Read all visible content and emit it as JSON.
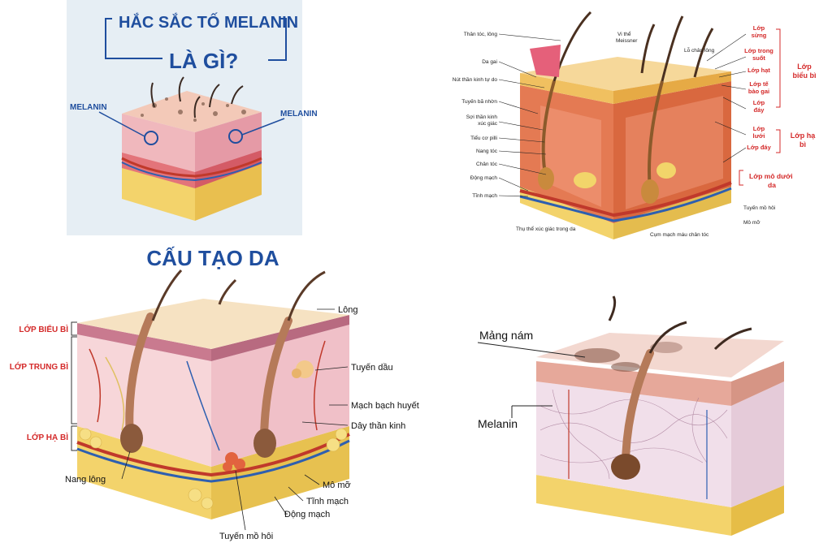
{
  "panel_melanin": {
    "title_line1": "HẮC SẮC TỐ MELANIN",
    "title_line2": "LÀ GÌ?",
    "label_left": "MELANIN",
    "label_right": "MELANIN"
  },
  "panel_detailed": {
    "left_labels": [
      "Thân tóc, lông",
      "Da gai",
      "Nút thần kinh tự do",
      "Tuyến bã nhờn",
      "Sợi thần kinh",
      "xúc giác",
      "Tiểu cơ pilli",
      "Nang tóc",
      "Chân tóc",
      "Động mạch",
      "Tĩnh mạch"
    ],
    "top_labels": [
      "Vi thể",
      "Meissner",
      "Lỗ chân lông"
    ],
    "right_labels": [
      "Lớp",
      "sừng",
      "Lớp trong",
      "suốt",
      "Lớp hạt",
      "Lớp tế",
      "bào gai",
      "Lớp",
      "đáy",
      "Lớp",
      "lưới",
      "Lớp đáy"
    ],
    "group_labels": [
      "Lớp",
      "biểu bì",
      "Lớp hạ",
      "bì",
      "Lớp mô dưới",
      "da"
    ],
    "bottom_labels": [
      "Tuyến mồ hôi",
      "Mô mỡ",
      "Thụ thể xúc giác trong da",
      "Cụm mạch máu chân tóc"
    ]
  },
  "panel_structure": {
    "title": "CẤU TẠO DA",
    "layer_labels": [
      "LỚP BIỂU BÌ",
      "LỚP TRUNG BÌ",
      "LỚP HẠ BÌ"
    ],
    "labels": [
      "Lông",
      "Tuyến dầu",
      "Mạch bạch huyết",
      "Dây thần kinh",
      "Nang lông",
      "Mô mỡ",
      "Tĩnh mạch",
      "Động mạch",
      "Tuyến mồ hôi"
    ]
  },
  "panel_melasma": {
    "labels": [
      "Mảng nám",
      "Melanin"
    ]
  },
  "colors": {
    "title_blue": "#1f4e9e",
    "label_red": "#d42a2a",
    "fat_yellow": "#f3d36b",
    "skin_top": "#f5dfb4",
    "dermis_pink": "#f4c8c8"
  }
}
